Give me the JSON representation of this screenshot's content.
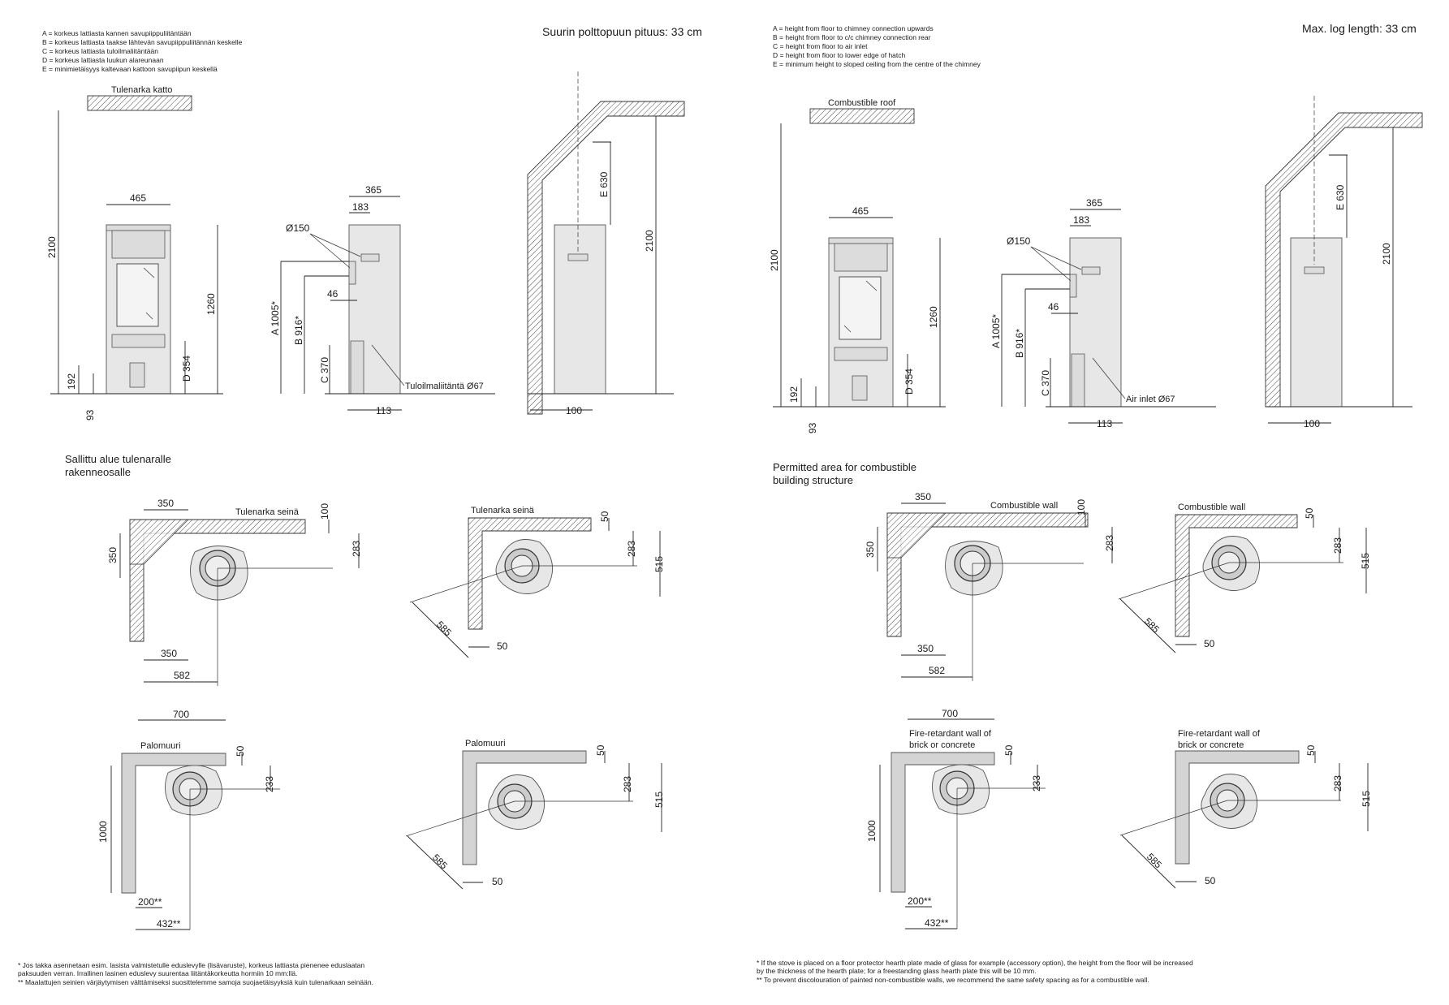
{
  "fi": {
    "legend": [
      "A = korkeus lattiasta kannen savupiippuliitäntään",
      "B = korkeus lattiasta taakse lähtevän savupiippuliitännän keskelle",
      "C = korkeus lattiasta tuloilmaliitäntään",
      "D = korkeus lattiasta luukun alareunaan",
      "E = minimietäisyys kaltevaan kattoon savupiipun keskellä"
    ],
    "log_length": "Suurin polttopuun pituus: 33 cm",
    "roof_label": "Tulenarka katto",
    "air_inlet": "Tuloilmaliitäntä Ø67",
    "permitted_area": [
      "Sallittu alue tulenaralle",
      "rakenneosalle"
    ],
    "wall_label": "Tulenarka seinä",
    "fire_wall_label": [
      "Palomuuri"
    ],
    "footnotes": [
      "*  Jos takka asennetaan esim. lasista valmistetulle eduslevylle (lisävaruste), korkeus lattiasta pienenee eduslaatan",
      "    paksuuden verran. Irrallinen lasinen eduslevy suurentaa liitäntäkorkeutta hormiin 10 mm:llä.",
      "**  Maalattujen seinien värjäytymisen välttämiseksi suosittelemme samoja suojaetäisyyksiä kuin tulenarkaan seinään."
    ]
  },
  "en": {
    "legend": [
      "A = height from floor to chimney connection upwards",
      "B = height from floor to c/c chimney connection rear",
      "C = height from floor to air inlet",
      "D = height from floor to lower edge of hatch",
      "E = minimum height to sloped ceiling from the centre of the chimney"
    ],
    "log_length": "Max. log length: 33 cm",
    "roof_label": "Combustible roof",
    "air_inlet": "Air inlet Ø67",
    "permitted_area": [
      "Permitted area for combustible",
      "building structure"
    ],
    "wall_label": "Combustible wall",
    "fire_wall_label": [
      "Fire-retardant wall of",
      "brick or concrete"
    ],
    "footnotes": [
      "*   If the stove is placed on a floor protector hearth plate made of glass for example (accessory option), the height from the floor will be increased",
      "     by the thickness of the hearth plate; for a freestanding glass hearth plate this will be 10 mm.",
      "**  To prevent discolouration of painted non-combustible walls, we recommend the same safety spacing as for a combustible wall."
    ]
  },
  "dims": {
    "w465": "465",
    "h2100": "2100",
    "h1260": "1260",
    "d354": "D 354",
    "h192": "192",
    "h93": "93",
    "w365": "365",
    "w183": "183",
    "dia150": "Ø150",
    "w46": "46",
    "a1005": "A 1005*",
    "b916": "B 916*",
    "c370": "C 370",
    "w113": "113",
    "e630": "E 630",
    "w100": "100",
    "w350": "350",
    "h100": "100",
    "h283": "283",
    "h350": "350",
    "w582": "582",
    "h50": "50",
    "h515": "515",
    "d585": "585",
    "w50": "50",
    "w700": "700",
    "h233": "233",
    "h1000": "1000",
    "w200": "200**",
    "w432": "432**"
  }
}
